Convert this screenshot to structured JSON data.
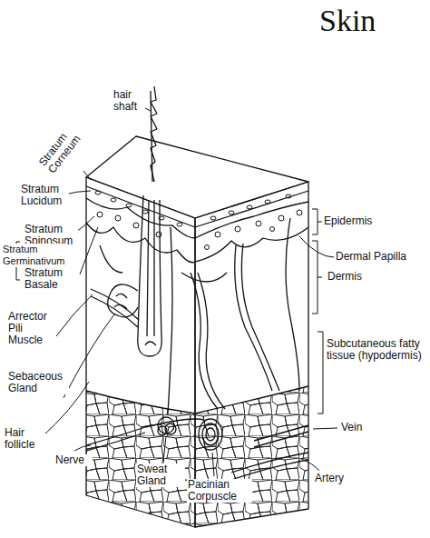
{
  "diagram": {
    "title": "Skin",
    "labels": [
      "hair shaft",
      "Stratum Corneum",
      "Stratum Lucidum",
      "Stratum Spinosum",
      "Stratum Germinativum",
      "Stratum Basale",
      "Arrector Pili Muscle",
      "Sebaceous Gland",
      "Hair follicle",
      "Nerve",
      "Sweat Gland",
      "Pacinian Corpuscle",
      "Artery",
      "Vein",
      "Subcutaneous fatty tissue (hypodermis)",
      "Dermis",
      "Dermal Papilla",
      "Epidermis"
    ]
  }
}
